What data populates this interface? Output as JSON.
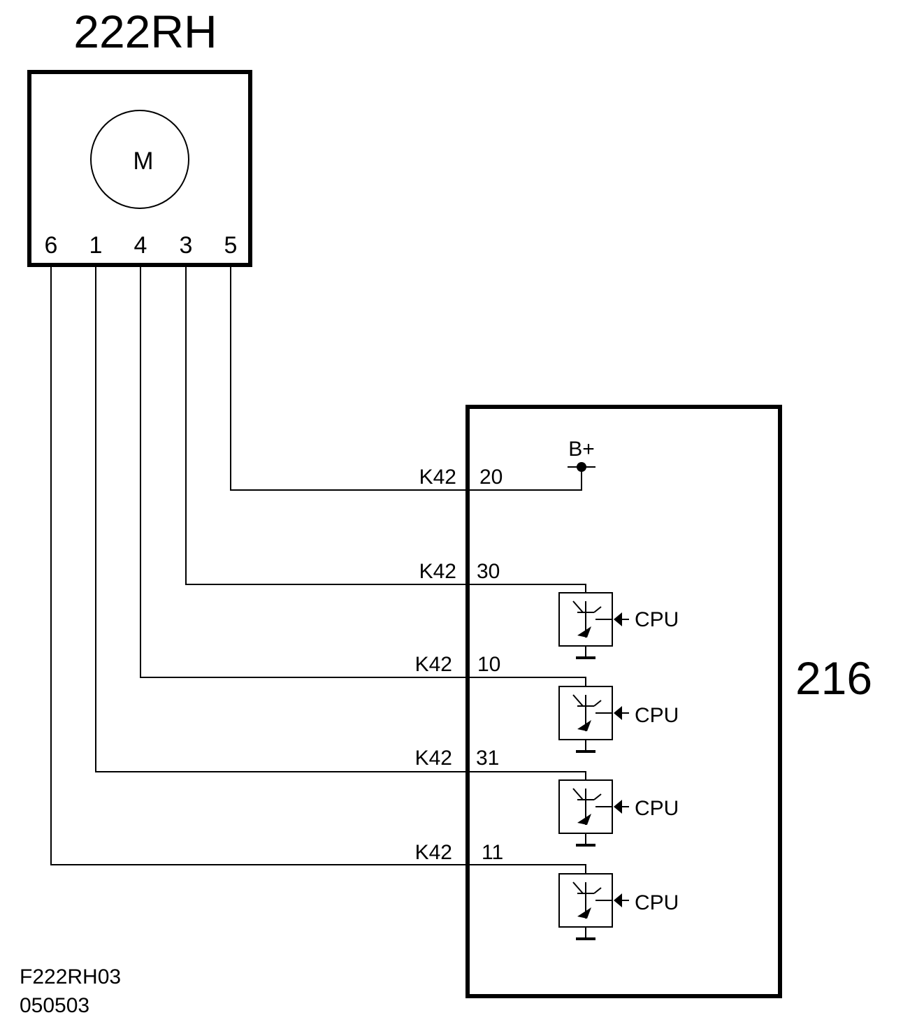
{
  "motor_unit": {
    "title": "222RH",
    "motor_symbol": "M",
    "pins": [
      "6",
      "1",
      "4",
      "3",
      "5"
    ]
  },
  "control_module": {
    "title": "216",
    "supply_label": "B+",
    "connections": [
      {
        "connector": "K42",
        "pin": "20",
        "motor_pin": "5"
      },
      {
        "connector": "K42",
        "pin": "30",
        "motor_pin": "3",
        "driver": "CPU"
      },
      {
        "connector": "K42",
        "pin": "10",
        "motor_pin": "4",
        "driver": "CPU"
      },
      {
        "connector": "K42",
        "pin": "31",
        "motor_pin": "1",
        "driver": "CPU"
      },
      {
        "connector": "K42",
        "pin": "11",
        "motor_pin": "6",
        "driver": "CPU"
      }
    ]
  },
  "footer": {
    "figure_code": "F222RH03",
    "date_code": "050503"
  }
}
